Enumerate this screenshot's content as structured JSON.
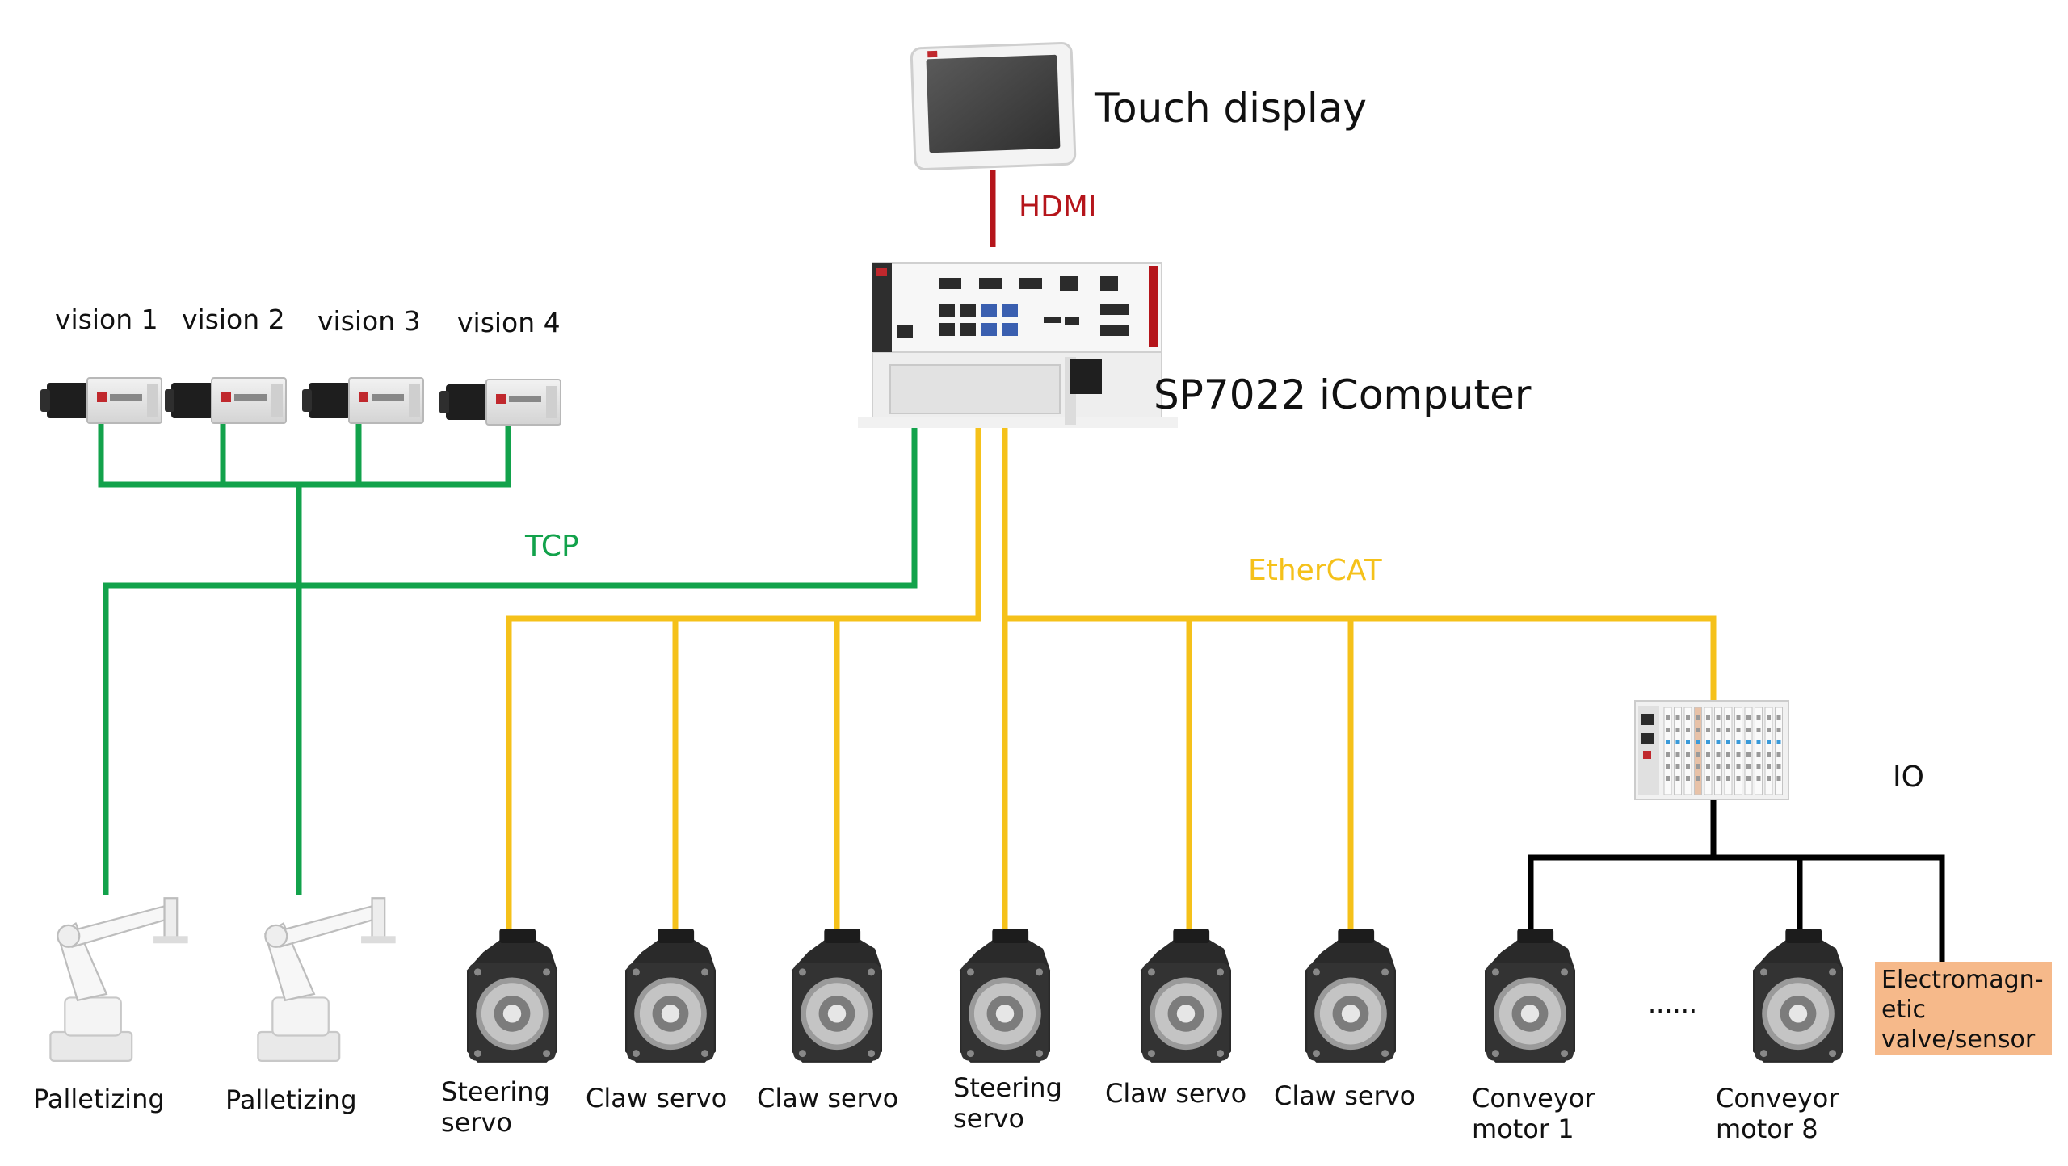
{
  "colors": {
    "tcp": "#12a24b",
    "ethercat": "#f5c11a",
    "hdmi": "#b5151b",
    "io": "#000000",
    "valve_box": "#f6b98a"
  },
  "top": {
    "touch_display": "Touch display",
    "computer": "SP7022 iComputer"
  },
  "networks": {
    "hdmi": "HDMI",
    "tcp": "TCP",
    "ethercat": "EtherCAT",
    "io": "IO"
  },
  "vision": [
    "vision 1",
    "vision 2",
    "vision 3",
    "vision 4"
  ],
  "robots": [
    "Palletizing",
    "Palletizing"
  ],
  "servos": [
    {
      "line1": "Steering",
      "line2": "servo"
    },
    {
      "line1": "Claw servo",
      "line2": ""
    },
    {
      "line1": "Claw servo",
      "line2": ""
    },
    {
      "line1": "Steering",
      "line2": "servo"
    },
    {
      "line1": "Claw servo",
      "line2": ""
    },
    {
      "line1": "Claw servo",
      "line2": ""
    }
  ],
  "conveyors": [
    {
      "line1": "Conveyor",
      "line2": "motor 1"
    },
    {
      "line1": "Conveyor",
      "line2": "motor 8"
    }
  ],
  "ellipsis": "......",
  "valve": [
    "Electromagn-",
    "etic",
    "valve/sensor"
  ],
  "icons": {
    "touch_display": "touch-panel-icon",
    "computer": "industrial-pc-icon",
    "camera": "industrial-camera-icon",
    "robot": "palletizing-robot-arm-icon",
    "servo": "servo-motor-icon",
    "io": "io-module-icon"
  }
}
